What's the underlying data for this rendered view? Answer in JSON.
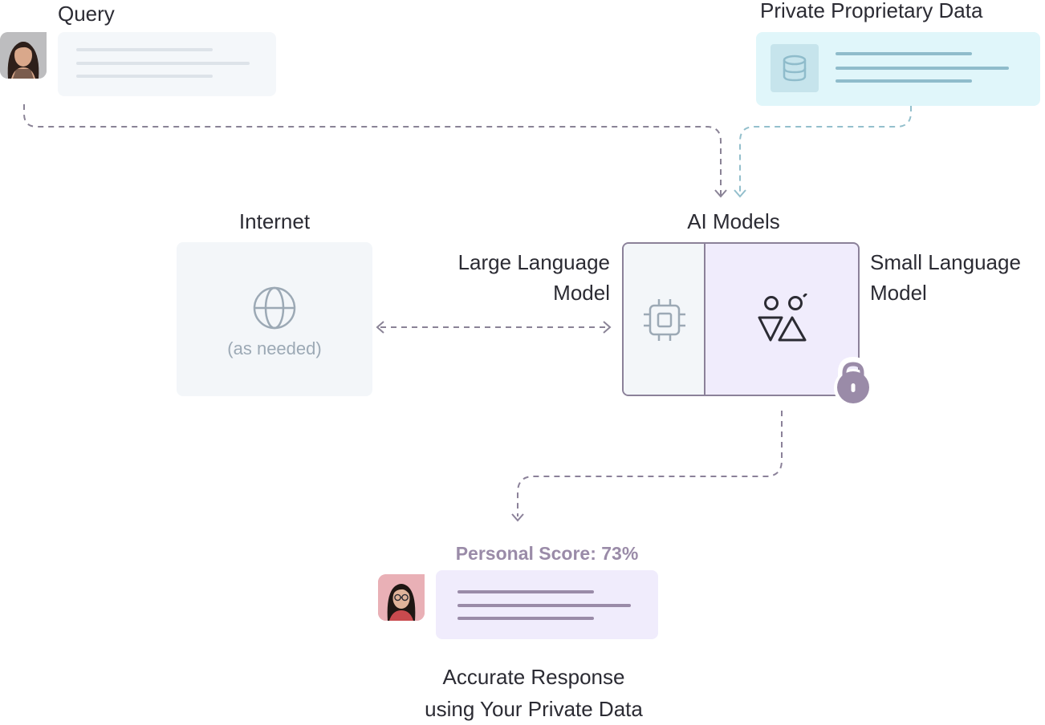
{
  "query": {
    "title": "Query"
  },
  "private_data": {
    "title": "Private Proprietary Data",
    "icon": "database-icon"
  },
  "internet": {
    "title": "Internet",
    "note": "(as needed)",
    "icon": "globe-icon"
  },
  "ai_models": {
    "title": "AI Models",
    "large_model_label_line1": "Large Language",
    "large_model_label_line2": "Model",
    "small_model_label_line1": "Small Language",
    "small_model_label_line2": "Model",
    "large_icon": "cpu-chip-icon",
    "small_icon": "shapes-icon",
    "lock_icon": "lock-icon"
  },
  "response": {
    "score": "Personal Score: 73%",
    "caption_line1": "Accurate Response",
    "caption_line2": "using Your Private Data"
  },
  "colors": {
    "query_bg": "#f4f7fa",
    "private_bg": "#e0f6fa",
    "private_accent": "#8fbccb",
    "internet_bg": "#f3f6f9",
    "model_border": "#8b8199",
    "small_model_bg": "#f0ecfc",
    "lock": "#9a8ba8",
    "response_bg": "#f0ecfc",
    "score_text": "#9a8ba8",
    "arrow_query": "#8a8396",
    "arrow_private": "#93bfcc"
  }
}
